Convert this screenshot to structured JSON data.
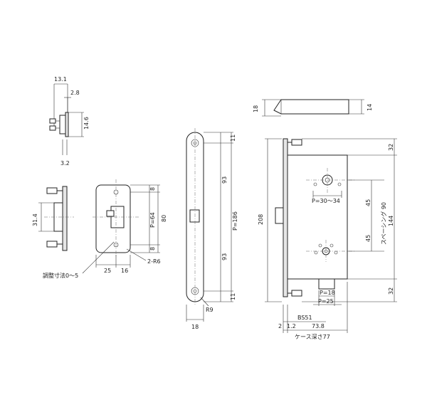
{
  "view_a": {
    "dim_top": "13.1",
    "dim_tip": "2.8",
    "dim_height": "14.6",
    "dim_bottom": "3.2"
  },
  "view_b": {
    "dim_height": "31.4"
  },
  "view_c": {
    "dim_top_margin": "8",
    "dim_pitch": "P=64",
    "dim_total": "80",
    "dim_bottom_margin": "8",
    "dim_width_25": "25",
    "dim_width_16": "16",
    "radius_label": "2-R6",
    "adjust_label": "調整寸法0～5"
  },
  "view_d": {
    "dim_top": "11",
    "dim_upper": "93",
    "dim_pitch": "P=186",
    "dim_lower": "93",
    "dim_bottom": "11",
    "radius_label": "R9",
    "dim_width": "18"
  },
  "view_e": {
    "dim_bolt_height": "18",
    "dim_bolt_thick": "14",
    "dim_total": "208",
    "dim_top": "32",
    "dim_spacing": "144",
    "dim_spacing_label": "スペーシング 90",
    "dim_upper": "45",
    "dim_lower": "45",
    "dim_bottom": "32",
    "dim_p30": "P=30～34",
    "dim_p18": "P=18",
    "dim_p25": "P=25",
    "dim_bs": "BS51",
    "dim_2": "2",
    "dim_1_2": "1.2",
    "dim_73_8": "73.8",
    "case_depth": "ケース深さ77"
  }
}
